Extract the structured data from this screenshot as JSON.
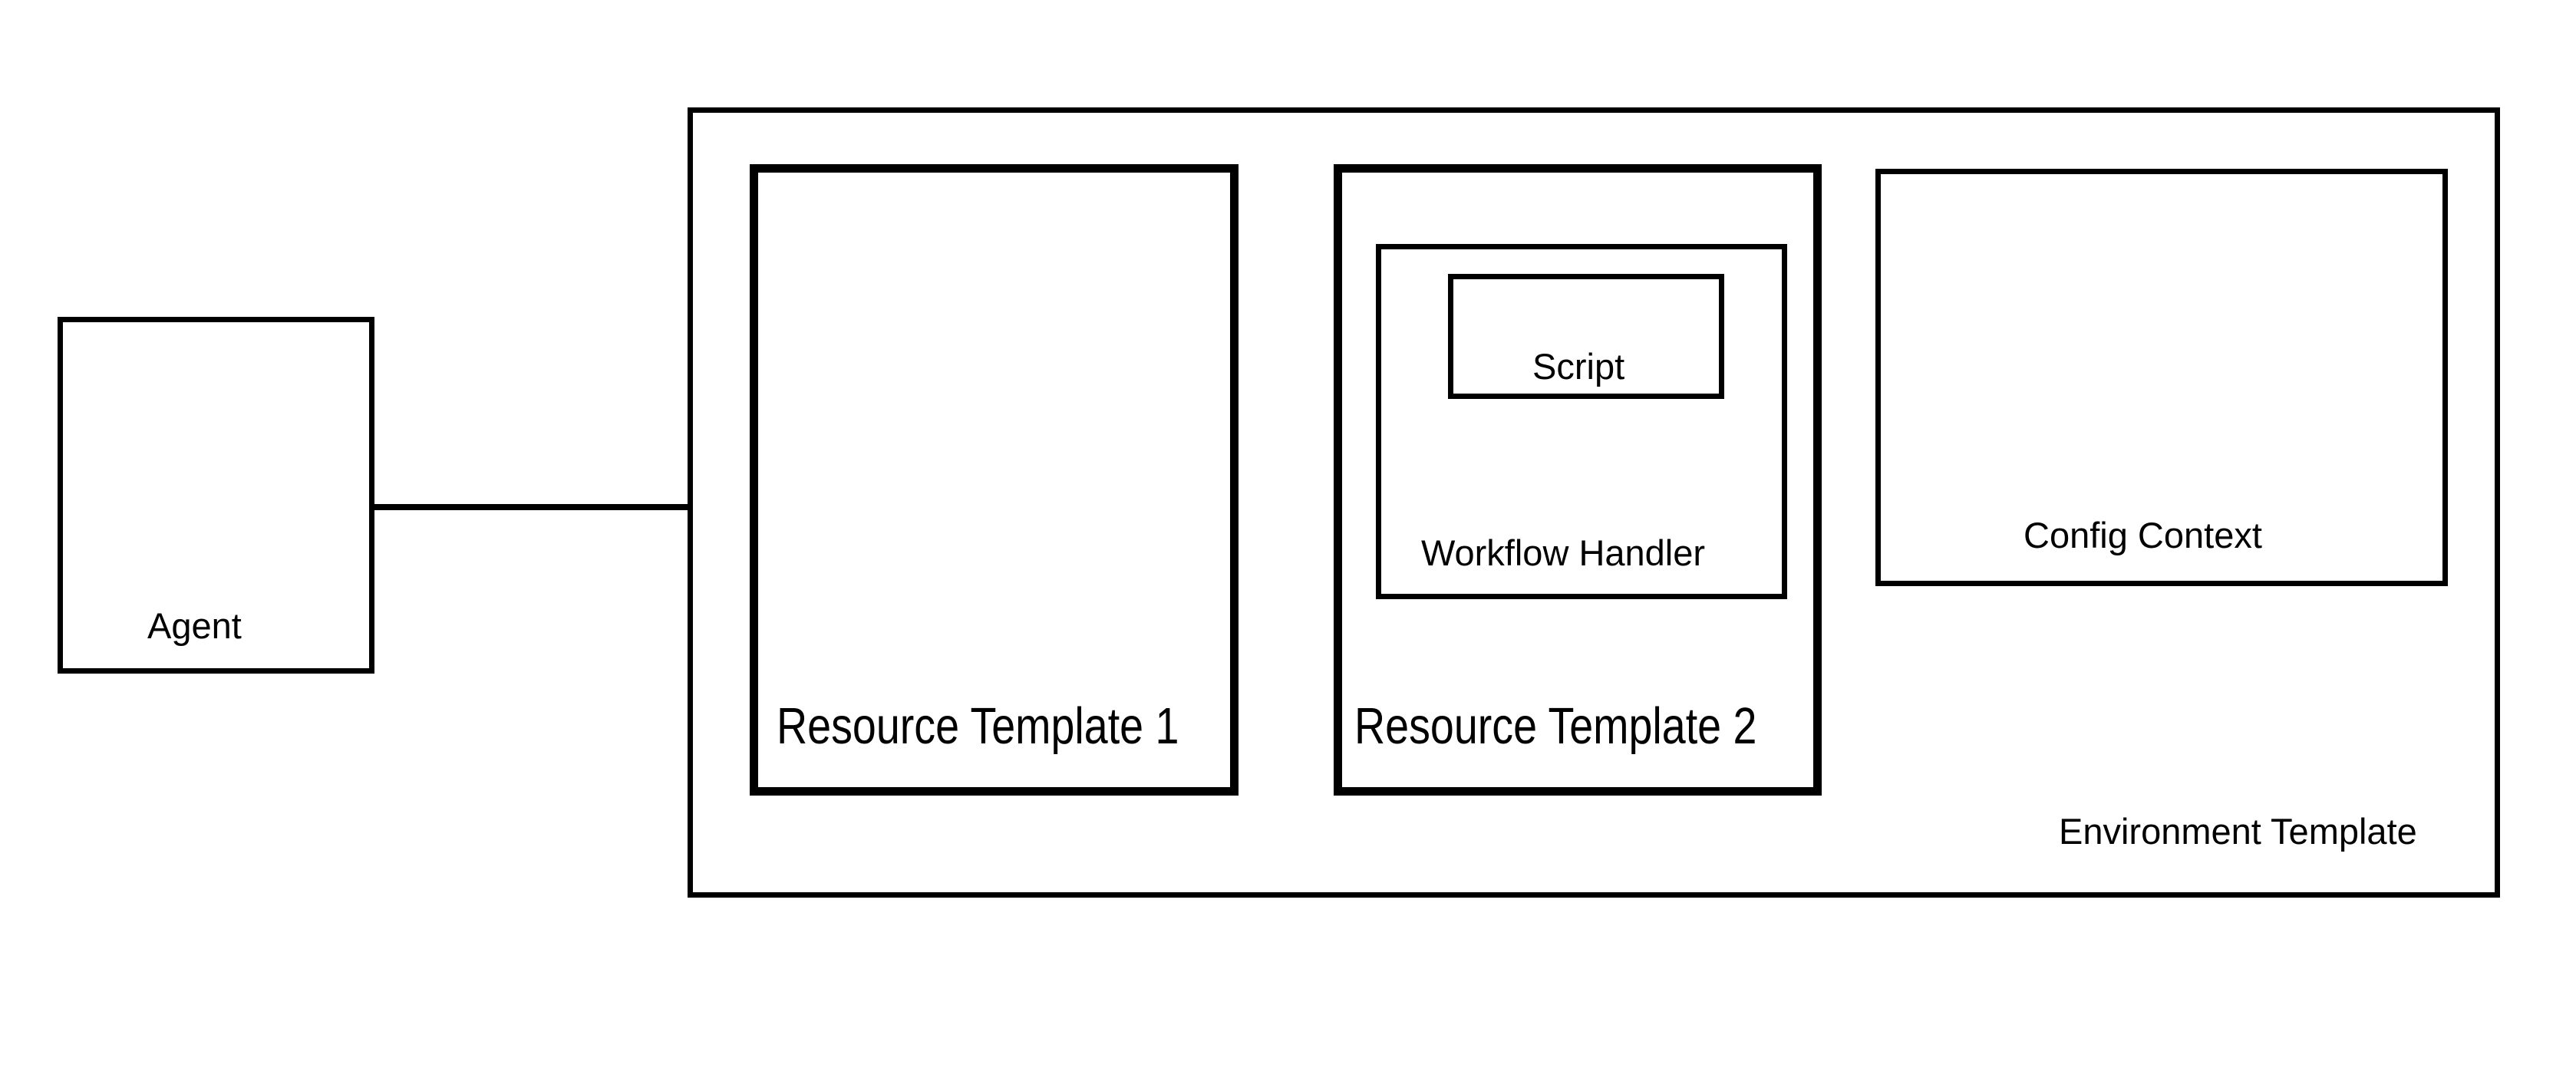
{
  "diagram": {
    "agent": {
      "label": "Agent"
    },
    "environment_template": {
      "label": "Environment Template"
    },
    "resource_template_1": {
      "label": "Resource Template 1"
    },
    "resource_template_2": {
      "label": "Resource Template 2"
    },
    "workflow_handler": {
      "label": "Workflow Handler"
    },
    "script": {
      "label": "Script"
    },
    "config_context": {
      "label": "Config Context"
    }
  },
  "colors": {
    "stroke": "#000000",
    "background": "#ffffff",
    "text": "#000000"
  }
}
